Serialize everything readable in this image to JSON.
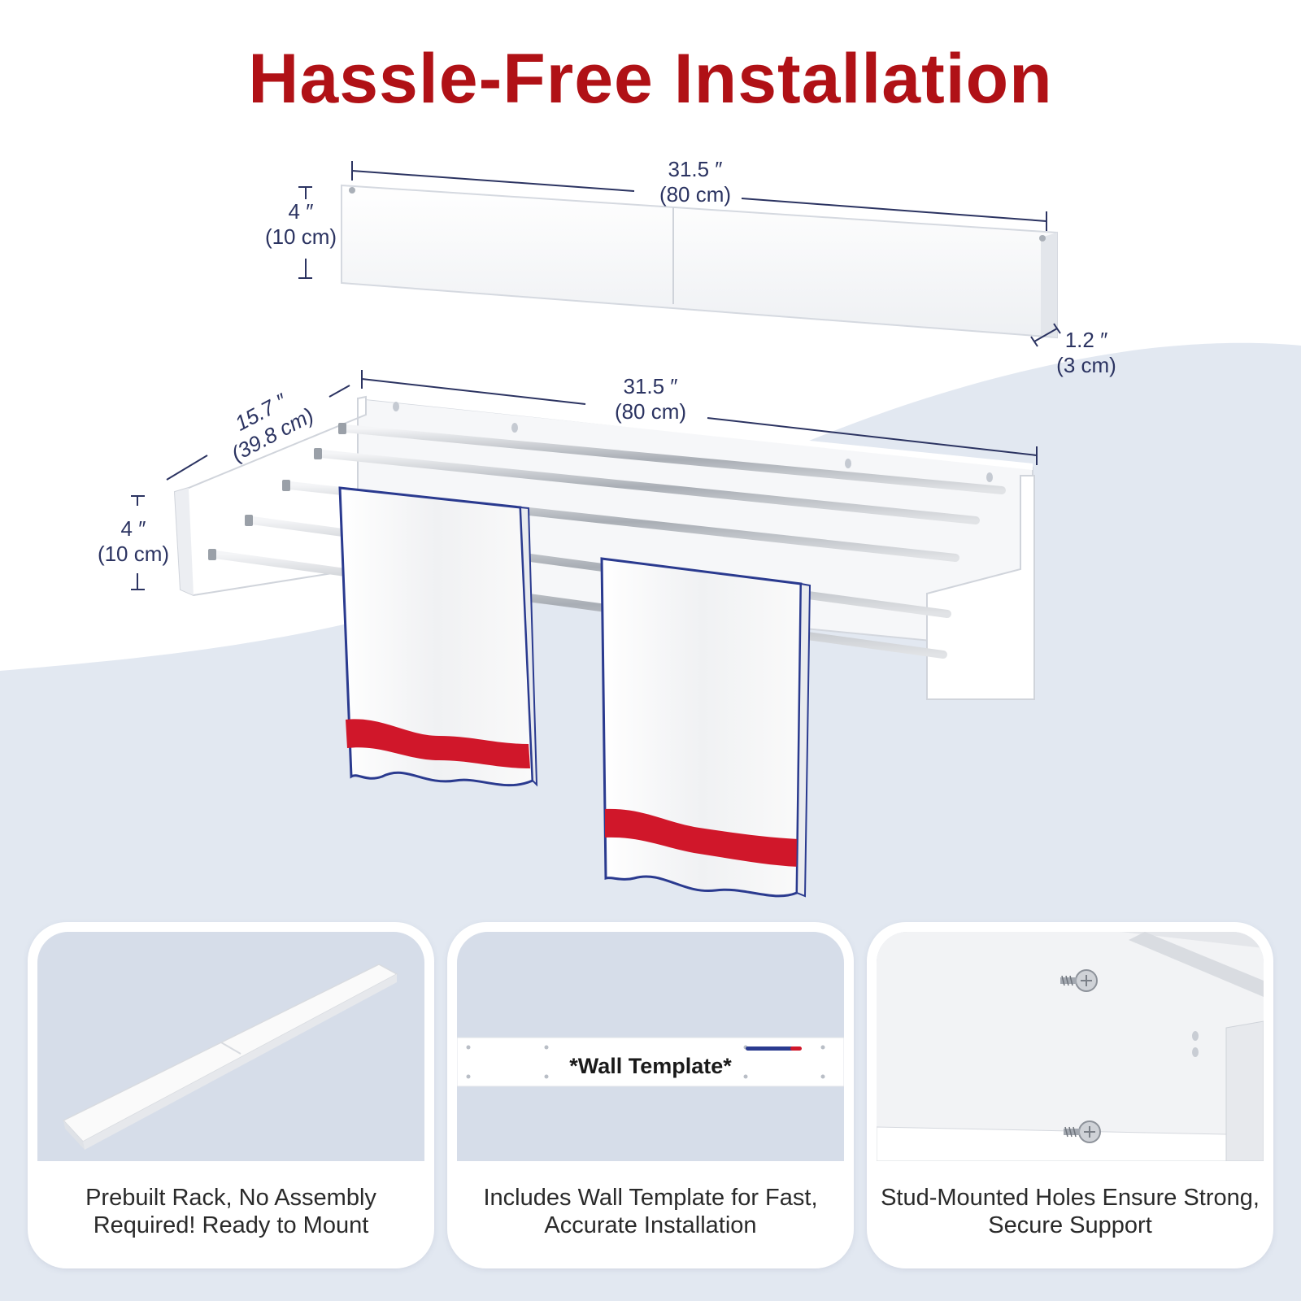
{
  "headline": "Hassle-Free Installation",
  "colors": {
    "headline": "#b01116",
    "dimension_text": "#2b3361",
    "towel_stripe": "#d0172a",
    "towel_edge": "#2a3a8f",
    "background_wave": "#e2e8f1"
  },
  "folded_rack": {
    "width_in": "31.5 ″",
    "width_cm": "(80 cm)",
    "height_in": "4 ″",
    "height_cm": "(10 cm)",
    "depth_in": "1.2 ″",
    "depth_cm": "(3 cm)"
  },
  "open_rack": {
    "width_in": "31.5 ″",
    "width_cm": "(80 cm)",
    "depth_in": "15.7 ″",
    "depth_cm": "(39.8 cm)",
    "height_in": "4 ″",
    "height_cm": "(10 cm)"
  },
  "features": [
    {
      "caption": "Prebuilt Rack, No Assembly Required! Ready to Mount",
      "icon": "folded-rack-image"
    },
    {
      "caption": "Includes Wall Template for Fast, Accurate Installation",
      "icon": "wall-template-image",
      "template_label": "*Wall Template*"
    },
    {
      "caption": "Stud-Mounted Holes Ensure Strong, Secure Support",
      "icon": "screw-icon"
    }
  ]
}
